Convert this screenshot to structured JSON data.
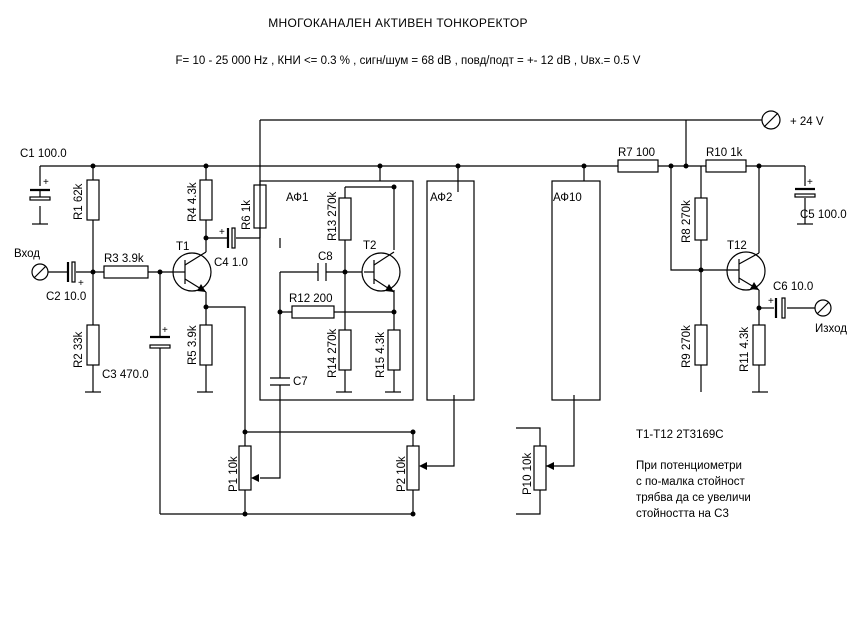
{
  "title": "МНОГОКАНАЛЕН  АКТИВЕН  ТОНКОРЕКТОР",
  "specs": "F= 10 - 25 000 Hz ,  КНИ <= 0.3 % , сигн/шум = 68 dB , повд/подт = +- 12 dB , Uвх.= 0.5 V",
  "supply": "+ 24 V",
  "input_label": "Вход",
  "output_label": "Изход",
  "blocks": {
    "af1": "АФ1",
    "af2": "АФ2",
    "af10": "АФ10"
  },
  "components": {
    "c1": "C1 100.0",
    "c2": "C2 10.0",
    "c3": "C3 470.0",
    "c4": "C4 1.0",
    "c5": "C5 100.0",
    "c6": "C6 10.0",
    "c7": "C7",
    "c8": "C8",
    "r1": "R1 62k",
    "r2": "R2 33k",
    "r3": "R3 3.9k",
    "r4": "R4 4.3k",
    "r5": "R5 3.9k",
    "r6": "R6 1k",
    "r7": "R7 100",
    "r8": "R8 270k",
    "r9": "R9 270k",
    "r10": "R10 1k",
    "r11": "R11 4.3k",
    "r12": "R12 200",
    "r13": "R13 270k",
    "r14": "R14 270k",
    "r15": "R15 4.3k",
    "p1": "P1 10k",
    "p2": "P2 10k",
    "p10": "P10 10k",
    "t1": "T1",
    "t2": "T2",
    "t12": "T12"
  },
  "transistor_note": "T1-T12  2T3169C",
  "note_lines": [
    "При потенциометри",
    "с по-малка стойност",
    "трябва да се увеличи",
    "стойността на C3"
  ]
}
